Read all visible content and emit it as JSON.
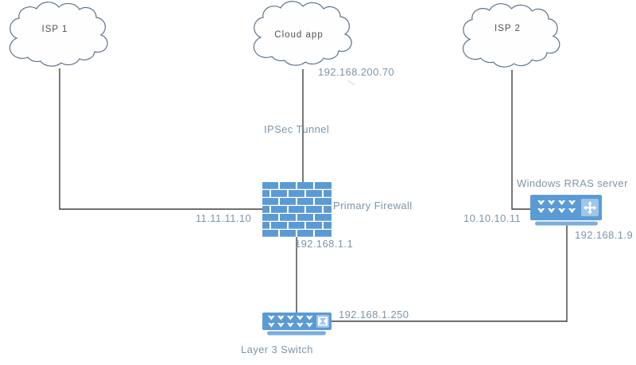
{
  "diagram": {
    "nodes": {
      "isp1": {
        "label": "ISP 1"
      },
      "cloud_app": {
        "label": "Cloud app",
        "ip": "192.168.200.70"
      },
      "isp2": {
        "label": "ISP 2"
      },
      "firewall": {
        "label": "Primary Firewall",
        "wan_ip": "11.11.11.10",
        "lan_ip": "192.168.1.1"
      },
      "rras_server": {
        "label": "Windows RRAS server",
        "wan_ip": "10.10.10.11",
        "lan_ip": "192.168.1.9"
      },
      "l3_switch": {
        "label": "Layer 3 Switch",
        "ip": "192.168.1.250"
      }
    },
    "links": {
      "tunnel_label": "IPSec Tunnel"
    },
    "colors": {
      "device_blue": "#5b9bd5",
      "device_blue_light": "#9fc5e8",
      "device_base_blue": "#7badde",
      "cloud_stroke": "#5e7389",
      "connector": "#404040",
      "label_text": "#7d96ab",
      "cloud_text": "#4d5358"
    }
  }
}
